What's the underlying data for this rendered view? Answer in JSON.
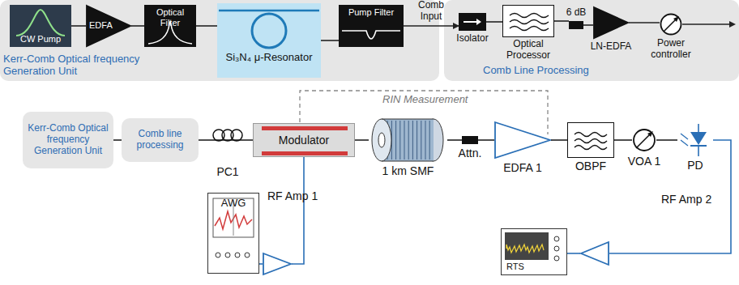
{
  "diagram": {
    "nodes": [
      {
        "text": [
          "Kerr-Comb Optical frequency Generation Unit"
        ]
      },
      {
        "text": [
          "CW Pump"
        ],
        "in": 0
      },
      {
        "text": [
          "EDFA"
        ],
        "in": 0
      },
      {
        "text": [
          "Optical Filter"
        ],
        "in": 0
      },
      {
        "text": [
          "Si₃N₄ μ-Resonator"
        ],
        "in": 0
      },
      {
        "text": [
          "Pump Filter"
        ],
        "in": 0
      },
      {
        "text": [
          "Comb Line Processing"
        ]
      },
      {
        "text": [
          "Isolator"
        ],
        "in": 6
      },
      {
        "text": [
          "Optical Processor"
        ],
        "in": 6
      },
      {
        "text": [
          "6 dB"
        ],
        "in": 6
      },
      {
        "text": [
          "LN-EDFA"
        ],
        "in": 6
      },
      {
        "text": [
          "Power controller"
        ],
        "in": 6
      },
      {
        "text": [
          "Kerr-Comb Optical frequency Generation Unit"
        ]
      },
      {
        "text": [
          "Comb line processing"
        ]
      },
      {
        "text": [
          "PC1"
        ]
      },
      {
        "text": [
          "Modulator"
        ]
      },
      {
        "text": [
          "1 km SMF"
        ]
      },
      {
        "text": [
          "Attn."
        ]
      },
      {
        "text": [
          "EDFA 1"
        ]
      },
      {
        "text": [
          "OBPF"
        ]
      },
      {
        "text": [
          "VOA 1"
        ]
      },
      {
        "text": [
          "PD"
        ]
      },
      {
        "text": [
          "AWG"
        ]
      },
      {
        "text": [
          "RF Amp 1"
        ]
      },
      {
        "text": [
          "RTS"
        ]
      },
      {
        "text": [
          "RF Amp 2"
        ]
      }
    ],
    "edges": [
      {
        "from": 1,
        "to": 2,
        "arrow": "none"
      },
      {
        "from": 2,
        "to": 3,
        "arrow": "none"
      },
      {
        "from": 3,
        "to": 4,
        "arrow": "none"
      },
      {
        "from": 4,
        "to": 5,
        "arrow": "none"
      },
      {
        "from": 5,
        "to": 7,
        "label": "Comb Input",
        "arrow": "to"
      },
      {
        "from": 7,
        "to": 8,
        "arrow": "none"
      },
      {
        "from": 8,
        "to": 9,
        "arrow": "none"
      },
      {
        "from": 9,
        "to": 10,
        "arrow": "none"
      },
      {
        "from": 10,
        "to": 11,
        "arrow": "none"
      },
      {
        "from": 12,
        "to": 13,
        "arrow": "none"
      },
      {
        "from": 13,
        "to": 14,
        "arrow": "none"
      },
      {
        "from": 14,
        "to": 15,
        "arrow": "none"
      },
      {
        "from": 15,
        "to": 16,
        "arrow": "none"
      },
      {
        "from": 16,
        "to": 17,
        "arrow": "none"
      },
      {
        "from": 17,
        "to": 18,
        "arrow": "none"
      },
      {
        "from": 18,
        "to": 19,
        "arrow": "none"
      },
      {
        "from": 19,
        "to": 20,
        "arrow": "none"
      },
      {
        "from": 20,
        "to": 21,
        "arrow": "none"
      },
      {
        "from": 21,
        "to": 25,
        "arrow": "none"
      },
      {
        "from": 25,
        "to": 24,
        "arrow": "none"
      },
      {
        "from": 22,
        "to": 23,
        "arrow": "none"
      },
      {
        "from": 23,
        "to": 15,
        "arrow": "none"
      }
    ],
    "labels": [
      "RIN Measurement"
    ]
  }
}
